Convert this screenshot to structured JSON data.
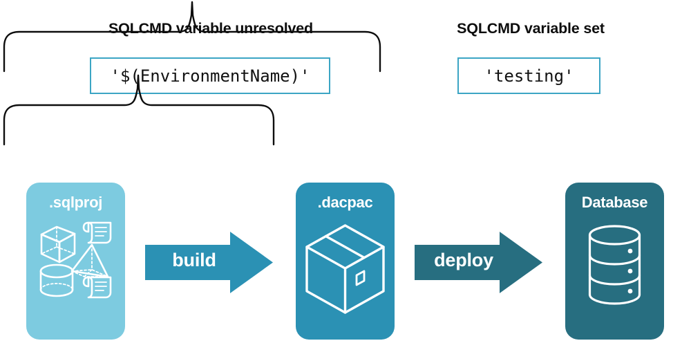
{
  "diagram": {
    "title": "SQLCMD variable resolution during build and deploy",
    "background_color": "#ffffff"
  },
  "annotations": [
    {
      "heading": "SQLCMD variable unresolved",
      "code_value": "'$(EnvironmentName)'",
      "scope": "sqlproj-to-dacpac"
    },
    {
      "heading": "SQLCMD variable set",
      "code_value": "'testing'",
      "scope": "dacpac-to-database"
    }
  ],
  "stages": [
    {
      "label": ".sqlproj",
      "color": "#7dcbe0",
      "icons": [
        "cube-wireframe-icon",
        "pyramid-wireframe-icon",
        "cylinder-wireframe-icon",
        "script-scroll-icon",
        "script-scroll-icon"
      ]
    },
    {
      "label": ".dacpac",
      "color": "#2b91b4",
      "icons": [
        "package-box-icon"
      ]
    },
    {
      "label": "Database",
      "color": "#276e80",
      "icons": [
        "database-cylinder-icon"
      ]
    }
  ],
  "arrows": [
    {
      "label": "build",
      "color": "#2b91b4",
      "from": ".sqlproj",
      "to": ".dacpac"
    },
    {
      "label": "deploy",
      "color": "#276e80",
      "from": ".dacpac",
      "to": "Database"
    }
  ],
  "colors": {
    "code_border": "#3ba5c4",
    "brace_stroke": "#0d0d0d",
    "heading_text": "#0d0d0d",
    "code_text": "#111111",
    "icon_white": "#ffffff"
  }
}
